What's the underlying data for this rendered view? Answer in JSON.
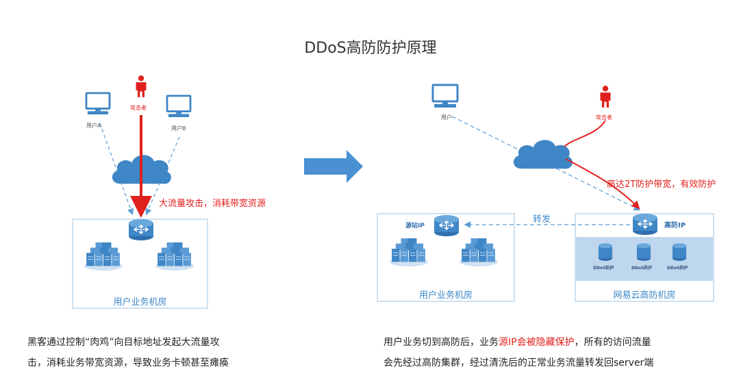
{
  "title": "DDoS高防防护原理",
  "left": {
    "user_a": "用户A",
    "user_b": "用户B",
    "attacker": "攻击者",
    "attack_label": "大流量攻击，消耗带宽资源",
    "room_label": "用户业务机房",
    "caption": {
      "line1": "黑客通过控制“肉鸡”向目标地址发起大流量攻",
      "line2": "击，消耗业务带宽资源，导致业务卡顿甚至瘫痪"
    }
  },
  "right": {
    "user": "用户",
    "attacker": "攻击者",
    "protect_label": "高达2T防护带宽，有效防护",
    "forward_label": "转发",
    "source_ip": "源站IP",
    "high_ip": "高防IP",
    "ddos_nodes": [
      "DDoS防护",
      "DDoS防护",
      "DDoS防护"
    ],
    "user_room": "用户业务机房",
    "cloud_room": "网易云高防机房",
    "caption": {
      "line1_a": "用户业务切到高防后，业务",
      "line1_hl": "源IP会被隐藏保护",
      "line1_b": "，所有的访问流量",
      "line2": "会先经过高防集群，经过清洗后的正常业务流量转发回server端"
    }
  },
  "colors": {
    "attack_red": "#e0201c",
    "line_blue": "#5b9bd5",
    "icon_blue": "#3f86c6",
    "room_border": "#9cc3e6",
    "cluster_fill": "#bfd7ee"
  }
}
